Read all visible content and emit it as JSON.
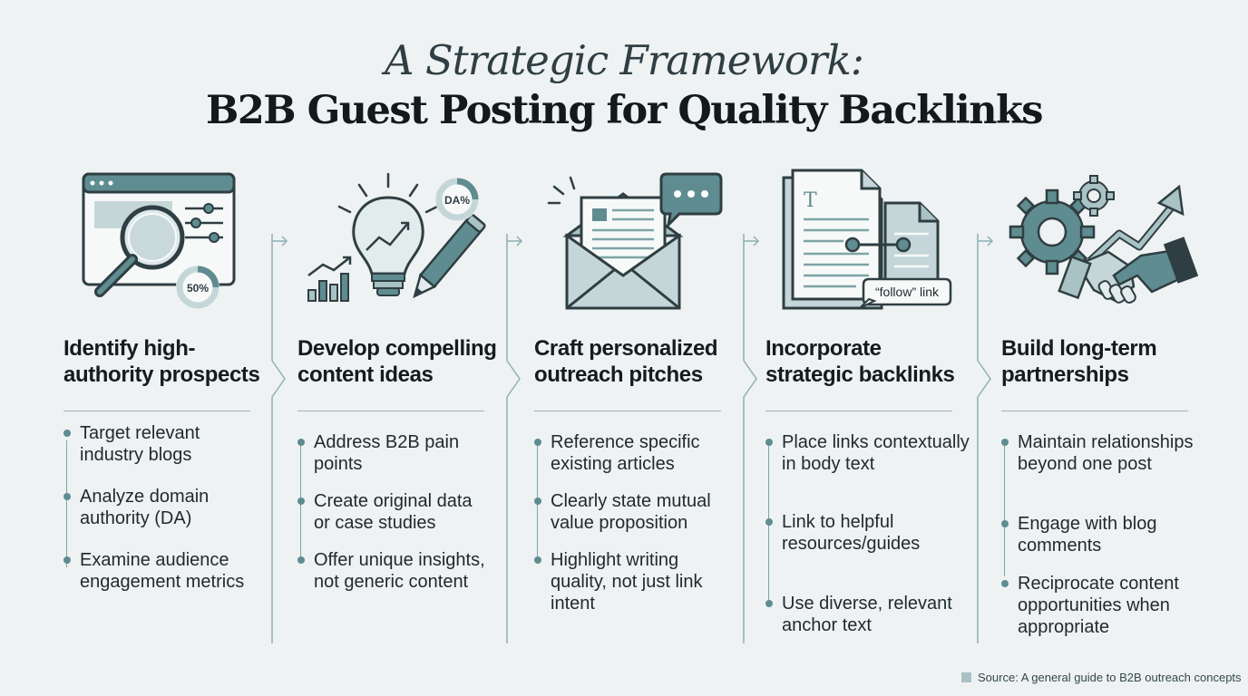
{
  "header": {
    "title_line1": "A Strategic Framework:",
    "title_line2": "B2B Guest Posting for Quality Backlinks"
  },
  "icons": {
    "step1_badge": "50%",
    "step2_badge": "DA%",
    "step4_badge": "“follow” link"
  },
  "steps": [
    {
      "icon": "browser-magnifier-icon",
      "heading": "Identify high-\nauthority prospects",
      "items": [
        "Target relevant\nindustry blogs",
        "Analyze domain\nauthority (DA)",
        "Examine audience\nengagement metrics"
      ]
    },
    {
      "icon": "lightbulb-pencil-icon",
      "heading": "Develop compelling\ncontent ideas",
      "items": [
        "Address B2B pain\npoints",
        "Create original data\nor case studies",
        "Offer unique insights,\nnot generic content"
      ]
    },
    {
      "icon": "envelope-chat-icon",
      "heading": "Craft personalized\noutreach pitches",
      "items": [
        "Reference specific\nexisting articles",
        "Clearly state mutual\nvalue proposition",
        "Highlight writing\nquality, not just link\nintent"
      ]
    },
    {
      "icon": "linked-documents-icon",
      "heading": "Incorporate\nstrategic backlinks",
      "items": [
        "Place links contextually\nin body text",
        "Link to helpful\nresources/guides",
        "Use diverse, relevant\nanchor text"
      ]
    },
    {
      "icon": "gears-handshake-icon",
      "heading": "Build long-term\npartnerships",
      "items": [
        "Maintain relationships\nbeyond one post",
        "Engage with blog\ncomments",
        "Reciprocate content\nopportunities when\nappropriate"
      ]
    }
  ],
  "footer": {
    "source": "Source: A general guide to B2B outreach concepts"
  },
  "colors": {
    "background": "#eef2f3",
    "accent": "#5f8c90",
    "icon_fill": "#a9c3c5",
    "outline": "#2f3e42"
  }
}
